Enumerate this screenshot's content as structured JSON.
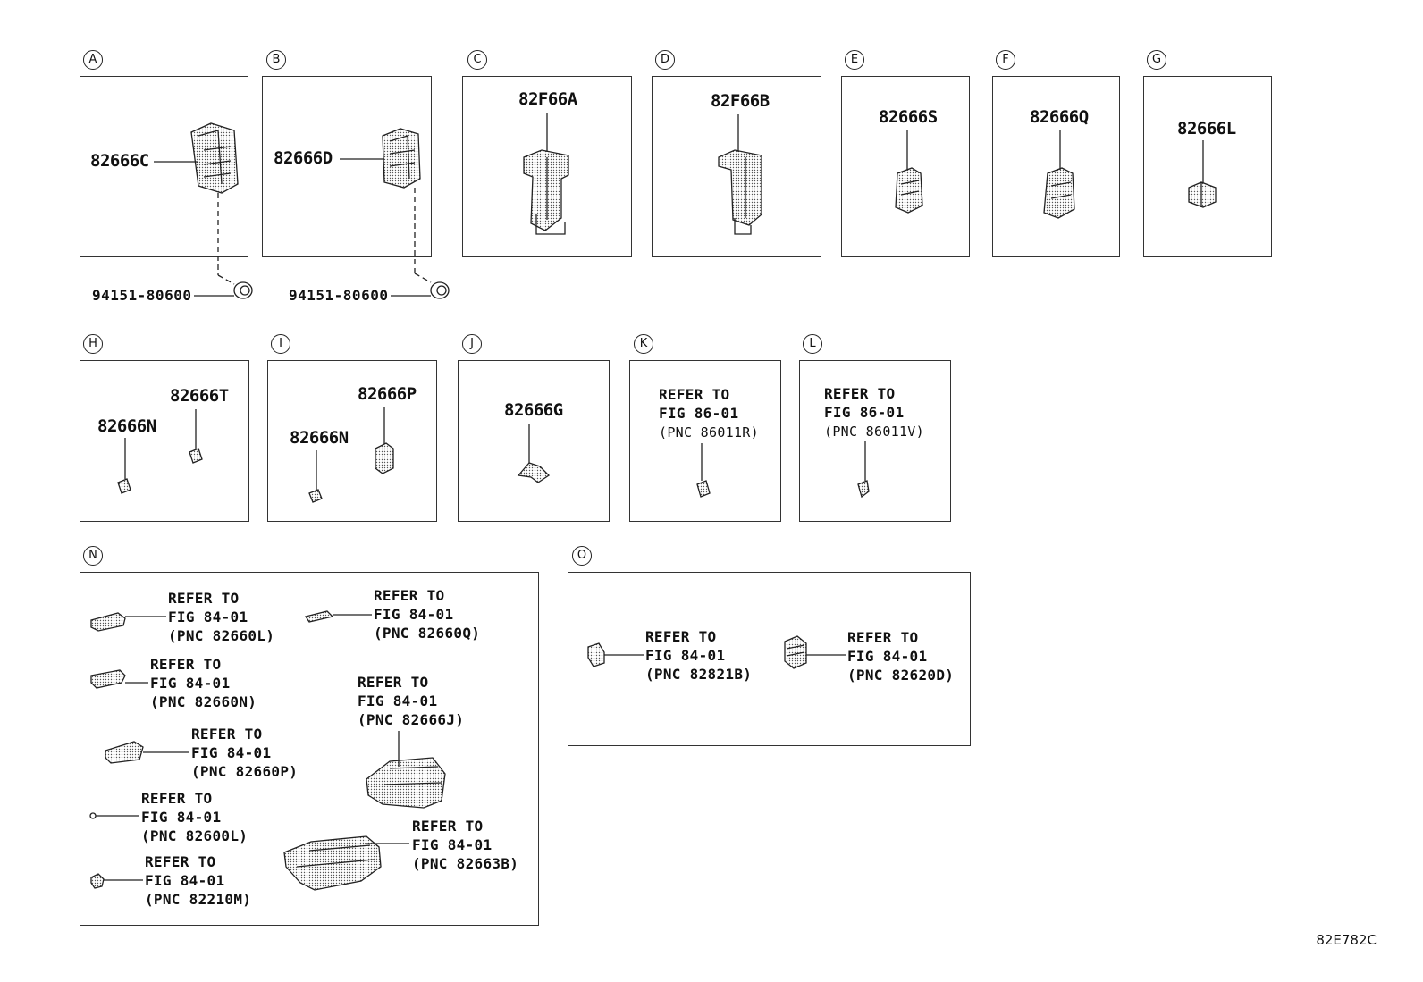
{
  "diagram_code": "82E782C",
  "panels": {
    "A": {
      "label": "A",
      "parts": [
        "82666C"
      ],
      "fastener": "94151-80600"
    },
    "B": {
      "label": "B",
      "parts": [
        "82666D"
      ],
      "fastener": "94151-80600"
    },
    "C": {
      "label": "C",
      "parts": [
        "82F66A"
      ]
    },
    "D": {
      "label": "D",
      "parts": [
        "82F66B"
      ]
    },
    "E": {
      "label": "E",
      "parts": [
        "82666S"
      ]
    },
    "F": {
      "label": "F",
      "parts": [
        "82666Q"
      ]
    },
    "G": {
      "label": "G",
      "parts": [
        "82666L"
      ]
    },
    "H": {
      "label": "H",
      "parts": [
        "82666T",
        "82666N"
      ]
    },
    "I": {
      "label": "I",
      "parts": [
        "82666P",
        "82666N"
      ]
    },
    "J": {
      "label": "J",
      "parts": [
        "82666G"
      ]
    },
    "K": {
      "label": "K",
      "ref": {
        "l1": "REFER TO",
        "l2": "FIG 86-01",
        "l3": "(PNC 86011R)"
      }
    },
    "L": {
      "label": "L",
      "ref": {
        "l1": "REFER TO",
        "l2": "FIG 86-01",
        "l3": "(PNC 86011V)"
      }
    },
    "N": {
      "label": "N",
      "refs": [
        {
          "l1": "REFER TO",
          "l2": "FIG 84-01",
          "l3": "(PNC 82660L)"
        },
        {
          "l1": "REFER TO",
          "l2": "FIG 84-01",
          "l3": "(PNC 82660Q)"
        },
        {
          "l1": "REFER TO",
          "l2": "FIG 84-01",
          "l3": "(PNC 82660N)"
        },
        {
          "l1": "REFER TO",
          "l2": "FIG 84-01",
          "l3": "(PNC 82666J)"
        },
        {
          "l1": "REFER TO",
          "l2": "FIG 84-01",
          "l3": "(PNC 82660P)"
        },
        {
          "l1": "REFER TO",
          "l2": "FIG 84-01",
          "l3": "(PNC 82600L)"
        },
        {
          "l1": "REFER TO",
          "l2": "FIG 84-01",
          "l3": "(PNC 82663B)"
        },
        {
          "l1": "REFER TO",
          "l2": "FIG 84-01",
          "l3": "(PNC 82210M)"
        }
      ]
    },
    "O": {
      "label": "O",
      "refs": [
        {
          "l1": "REFER TO",
          "l2": "FIG 84-01",
          "l3": "(PNC 82821B)"
        },
        {
          "l1": "REFER TO",
          "l2": "FIG 84-01",
          "l3": "(PNC 82620D)"
        }
      ]
    }
  }
}
